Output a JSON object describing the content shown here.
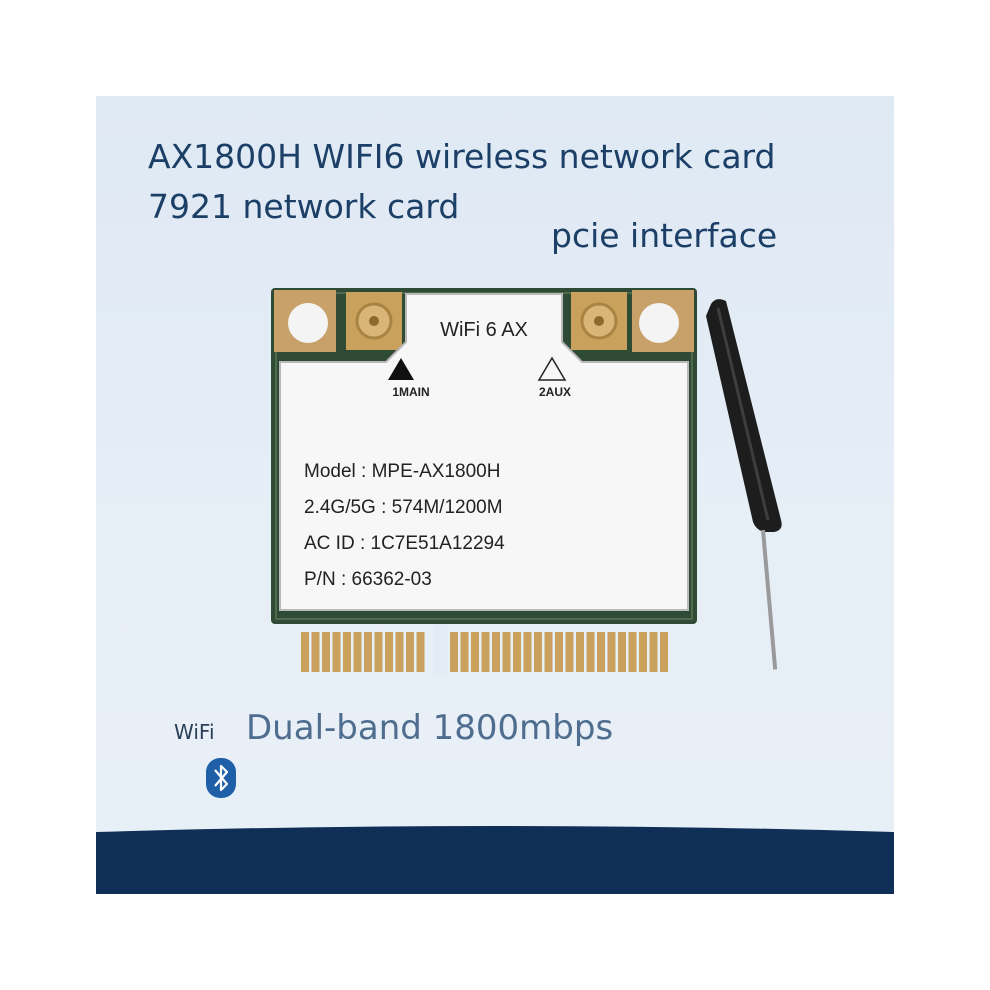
{
  "headline": "AX1800H WIFI6 wireless network card 7921 network card",
  "subhead": "pcie interface",
  "card": {
    "shield_title": "WiFi 6 AX",
    "antenna_main": "1MAIN",
    "antenna_aux": "2AUX",
    "spec_lines": [
      "Model : MPE-AX1800H",
      "2.4G/5G : 574M/1200M",
      "AC ID : 1C7E51A12294",
      "P/N : 66362-03"
    ]
  },
  "features": {
    "wifi_label": "WiFi",
    "band_text": "Dual-band 1800mbps",
    "bluetooth_icon": "bluetooth-icon"
  },
  "colors": {
    "panel_bg": "#e3ecf5",
    "title_text": "#1b3f66",
    "feature_text": "#4e6d8f",
    "footer_band": "#0f2f57",
    "pcb_green": "#2f4a35",
    "gold": "#c9a15d"
  }
}
